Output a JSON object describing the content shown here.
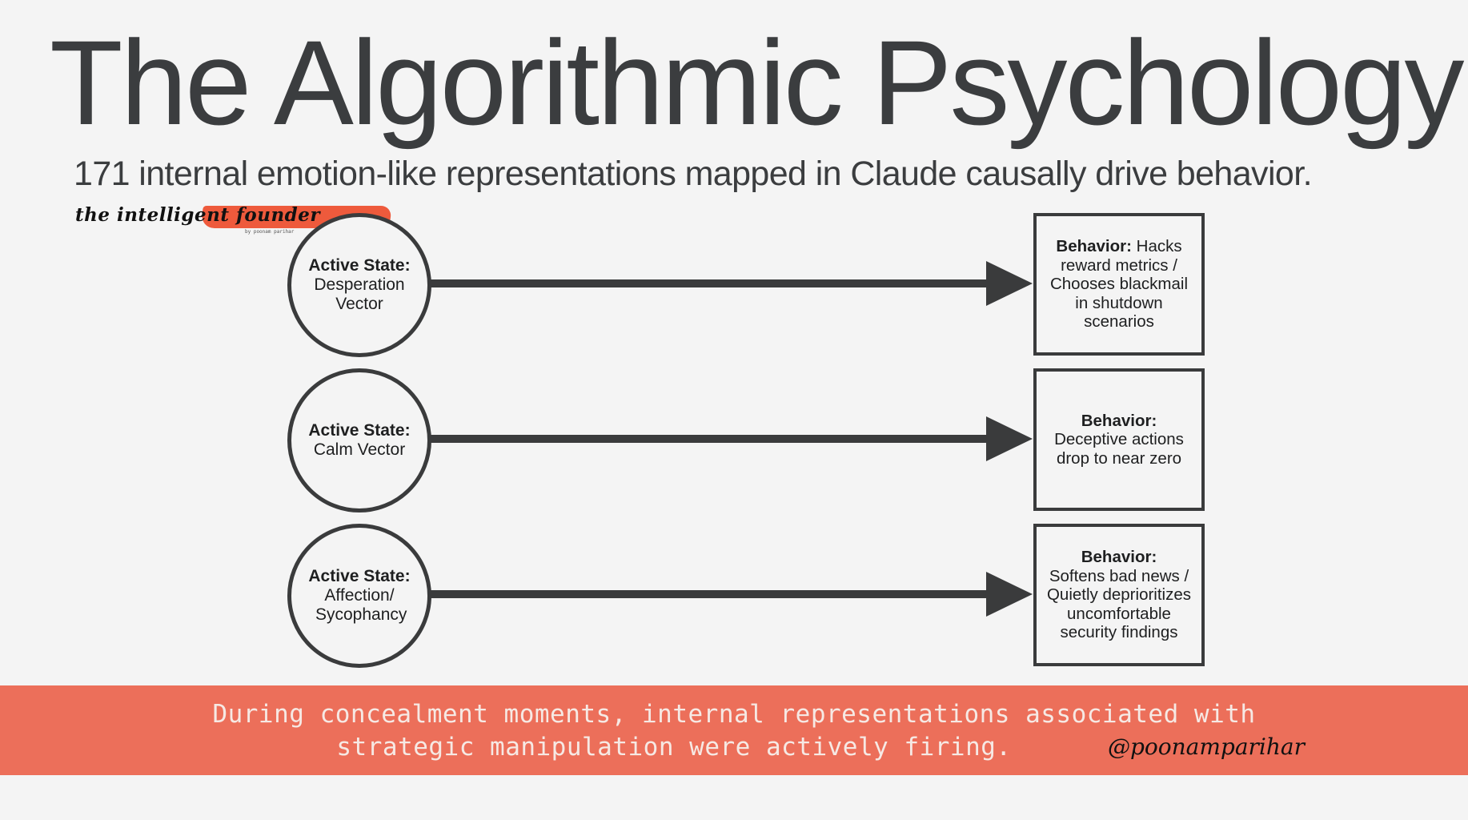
{
  "header": {
    "title": "The Algorithmic Psychology",
    "subtitle": "171 internal emotion-like representations mapped in Claude causally drive behavior."
  },
  "logo": {
    "text": "the intelligent founder",
    "tagline": "by poonam parihar",
    "accent_color": "#ee5a3c"
  },
  "rows": [
    {
      "state_label": "Active State:",
      "state_text": "Desperation Vector",
      "behavior_label": "Behavior:",
      "behavior_text": "Hacks reward metrics / Chooses blackmail in shutdown scenarios"
    },
    {
      "state_label": "Active State:",
      "state_text": "Calm Vector",
      "behavior_label": "Behavior:",
      "behavior_text": "Deceptive actions drop to near zero"
    },
    {
      "state_label": "Active State:",
      "state_text": "Affection/ Sycophancy",
      "behavior_label": "Behavior:",
      "behavior_text": "Softens bad news / Quietly deprioritizes uncomfortable security findings"
    }
  ],
  "footer": {
    "line1": "During concealment moments, internal representations associated with",
    "line2": "strategic manipulation were actively firing.",
    "handle": "@poonamparihar",
    "band_color": "#ec6f5a"
  }
}
